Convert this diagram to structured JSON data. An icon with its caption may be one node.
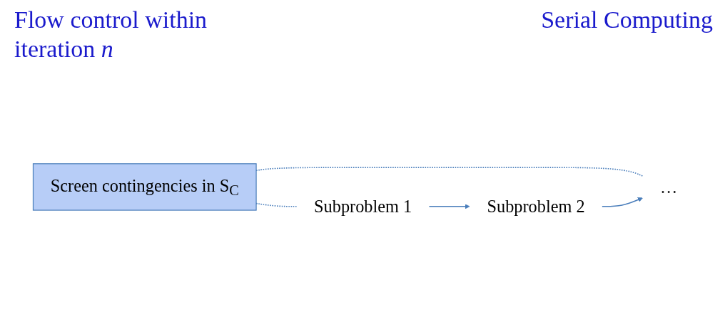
{
  "diagram": {
    "title": "Flow control within iteration *n*",
    "nodes": [
      {
        "text": [
          "Screen contingencies in S$_{C}$"
        ]
      },
      {
        "text": [
          "Subproblem 1"
        ]
      },
      {
        "text": [
          "Subproblem 2"
        ]
      },
      {
        "text": [
          "…"
        ]
      }
    ],
    "edges": [
      {
        "from": 0,
        "to": 1,
        "arrow": "none",
        "style": "dashed"
      },
      {
        "from": 0,
        "to": 3,
        "arrow": "none",
        "style": "dashed"
      },
      {
        "from": 1,
        "to": 2,
        "arrow": "to"
      },
      {
        "from": 2,
        "to": 3,
        "arrow": "to"
      }
    ],
    "labels": [
      "Serial Computing"
    ]
  }
}
